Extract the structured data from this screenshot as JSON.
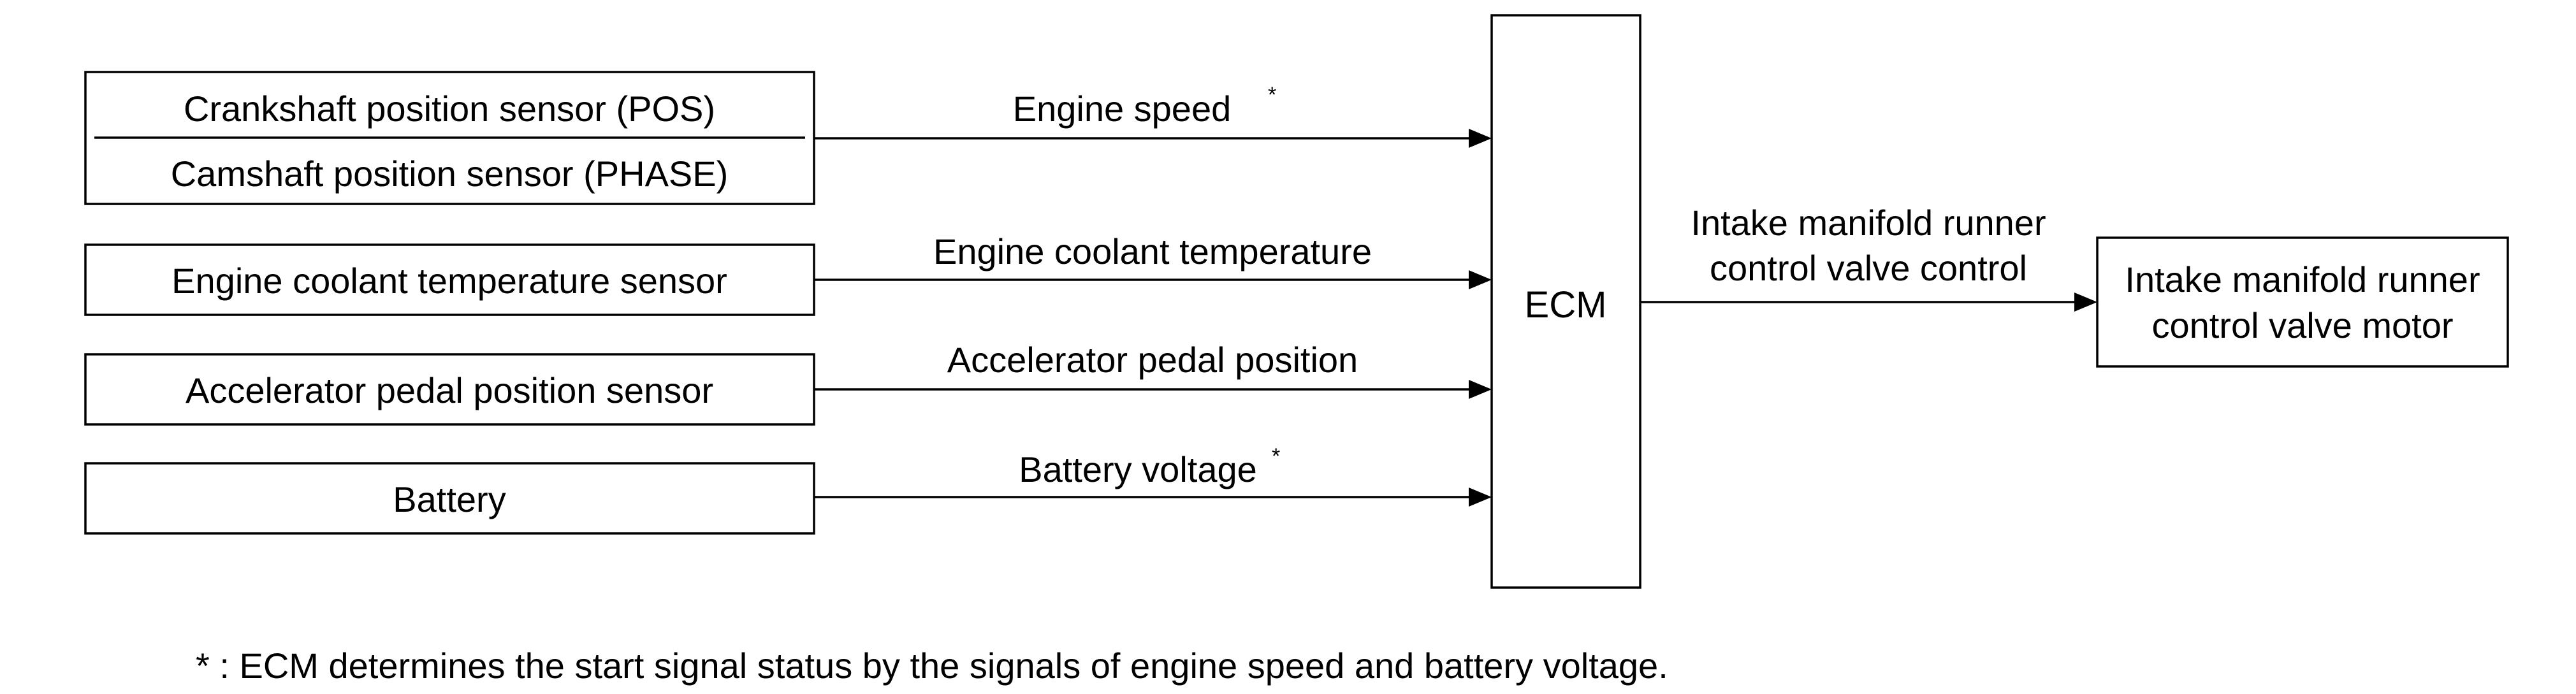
{
  "inputs": {
    "crankshaft": "Crankshaft position sensor (POS)",
    "camshaft": "Camshaft position sensor (PHASE)",
    "coolant_sensor": "Engine coolant temperature sensor",
    "accel_sensor": "Accelerator pedal position sensor",
    "battery": "Battery"
  },
  "signals": {
    "engine_speed": "Engine speed",
    "engine_speed_mark": "*",
    "coolant_temp": "Engine coolant temperature",
    "accel_position": "Accelerator pedal position",
    "battery_voltage": "Battery voltage",
    "battery_voltage_mark": "*",
    "output_line1": "Intake manifold runner",
    "output_line2": "control valve control"
  },
  "ecm": {
    "label": "ECM"
  },
  "output": {
    "line1": "Intake manifold runner",
    "line2": "control valve motor"
  },
  "footnote": "* : ECM determines the start signal status by the signals of engine speed and battery voltage."
}
